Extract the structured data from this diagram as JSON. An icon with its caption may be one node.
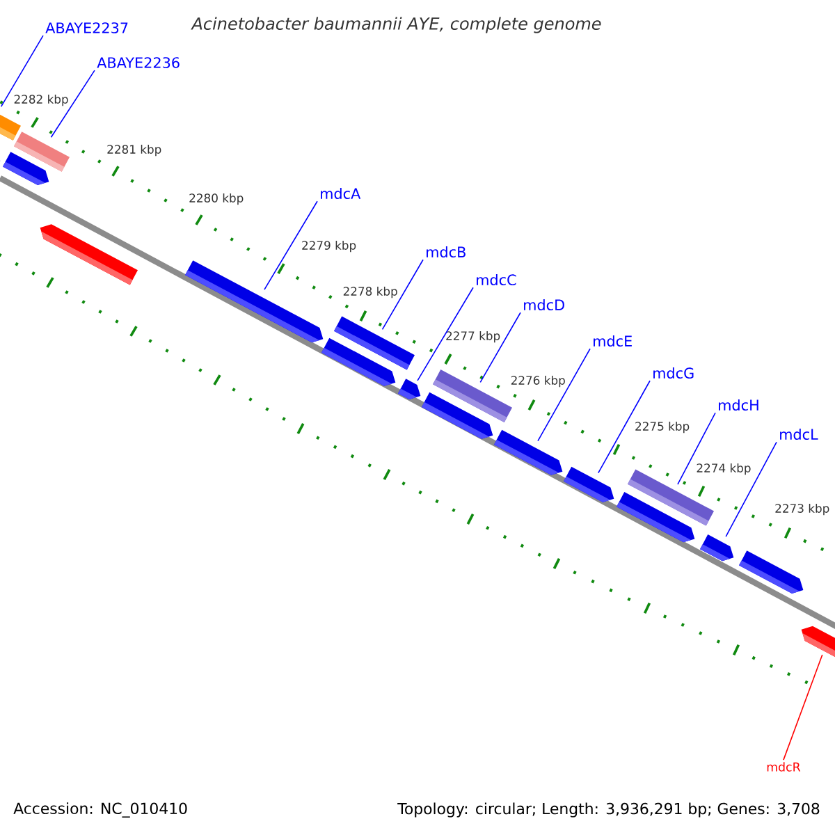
{
  "diagram": {
    "title": "Acinetobacter baumannii AYE, complete genome",
    "nodes": [
      {
        "text": [
          "ABAYE2237"
        ]
      },
      {
        "text": [
          "ABAYE2236"
        ]
      },
      {
        "text": [
          "mdcA"
        ]
      },
      {
        "text": [
          "mdcB"
        ]
      },
      {
        "text": [
          "mdcC"
        ]
      },
      {
        "text": [
          "mdcD"
        ]
      },
      {
        "text": [
          "mdcE"
        ]
      },
      {
        "text": [
          "mdcG"
        ]
      },
      {
        "text": [
          "mdcH"
        ]
      },
      {
        "text": [
          "mdcL"
        ]
      },
      {
        "text": [
          "mdcR"
        ]
      },
      {
        "text": [],
        "shape": "box"
      },
      {
        "text": [],
        "shape": "arrow"
      },
      {
        "text": [],
        "shape": "box"
      },
      {
        "text": [],
        "shape": "arrow"
      },
      {
        "text": [],
        "shape": "arrow"
      },
      {
        "text": [],
        "shape": "arrow"
      },
      {
        "text": [],
        "shape": "box"
      },
      {
        "text": [],
        "shape": "arrow"
      },
      {
        "text": [],
        "shape": "arrow"
      },
      {
        "text": [],
        "shape": "arrow"
      },
      {
        "text": [],
        "shape": "box"
      },
      {
        "text": [],
        "shape": "arrow"
      },
      {
        "text": [],
        "shape": "arrow"
      },
      {
        "text": [],
        "shape": "arrow"
      },
      {
        "text": [],
        "shape": "box"
      },
      {
        "text": [],
        "shape": "arrow"
      },
      {
        "text": [],
        "shape": "arrow"
      },
      {
        "text": [],
        "shape": "arrow"
      }
    ],
    "edges": [
      {
        "from": 0,
        "to": 11,
        "arrow": "none"
      },
      {
        "from": 1,
        "to": 13,
        "arrow": "none"
      },
      {
        "from": 2,
        "to": 16,
        "arrow": "none"
      },
      {
        "from": 3,
        "to": 17,
        "arrow": "none"
      },
      {
        "from": 4,
        "to": 19,
        "arrow": "none"
      },
      {
        "from": 5,
        "to": 21,
        "arrow": "none"
      },
      {
        "from": 6,
        "to": 22,
        "arrow": "none"
      },
      {
        "from": 7,
        "to": 23,
        "arrow": "none"
      },
      {
        "from": 8,
        "to": 25,
        "arrow": "none"
      },
      {
        "from": 9,
        "to": 26,
        "arrow": "none"
      },
      {
        "from": 10,
        "to": 28,
        "arrow": "none",
        "color": "#ff0000"
      }
    ],
    "labels": [
      "2282 kbp",
      "2281 kbp",
      "2280 kbp",
      "2279 kbp",
      "2278 kbp",
      "2277 kbp",
      "2276 kbp",
      "2275 kbp",
      "2274 kbp",
      "2273 kbp",
      "Accession: NC_010410",
      "Topology: circular; Length: 3,936,291 bp; Genes: 3,708"
    ]
  }
}
